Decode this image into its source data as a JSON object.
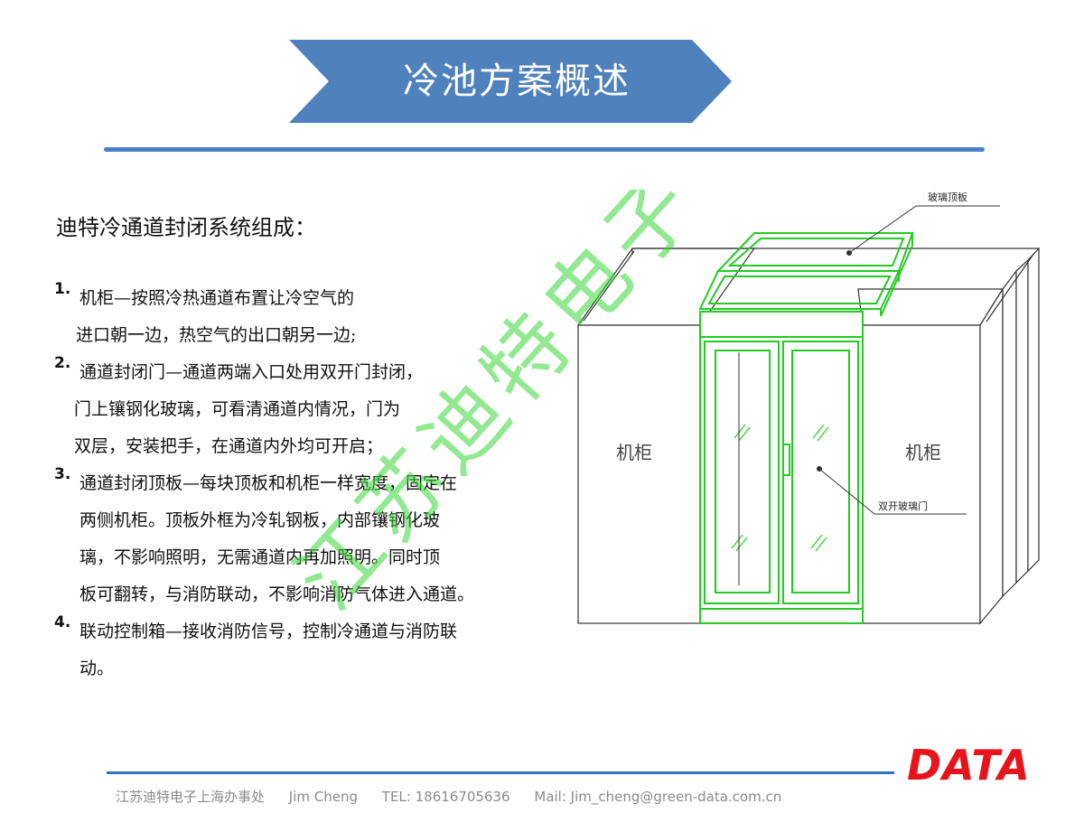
{
  "slide": {
    "title": "冷池方案概述",
    "subtitle": "迪特冷通道封闭系统组成：",
    "items": [
      {
        "num": "1.",
        "lines": [
          "机柜—按照冷热通道布置让冷空气的",
          "进口朝一边，热空气的出口朝另一边;"
        ]
      },
      {
        "num": "2.",
        "lines": [
          "通道封闭门—通道两端入口处用双开门封闭，",
          "门上镶钢化玻璃，可看清通道内情况，门为",
          "双层，安装把手，在通道内外均可开启；"
        ]
      },
      {
        "num": "3.",
        "lines": [
          "通道封闭顶板—每块顶板和机柜一样宽度，固定在",
          "两侧机柜。顶板外框为冷轧钢板，内部镶钢化玻",
          "璃，不影响照明，无需通道内再加照明。同时顶",
          "板可翻转，与消防联动，不影响消防气体进入通道。"
        ]
      },
      {
        "num": "4.",
        "lines": [
          "联动控制箱—接收消防信号，控制冷通道与消防联",
          "动。"
        ]
      }
    ]
  },
  "diagram": {
    "label_glass_roof": "玻璃顶板",
    "label_cabinet_left": "机柜",
    "label_cabinet_right": "机柜",
    "label_double_door": "双开玻璃门"
  },
  "watermark": {
    "text": "江苏迪特电子"
  },
  "footer": {
    "office": "江苏迪特电子上海办事处",
    "name": "Jim  Cheng",
    "tel": "TEL: 18616705636",
    "mail": "Mail: Jim_cheng@green-data.com.cn",
    "logo": "DATA"
  },
  "colors": {
    "banner": "#4f81bd",
    "rule": "#4a7fc1",
    "logo": "#e8141c",
    "door_green": "#22cc22"
  }
}
